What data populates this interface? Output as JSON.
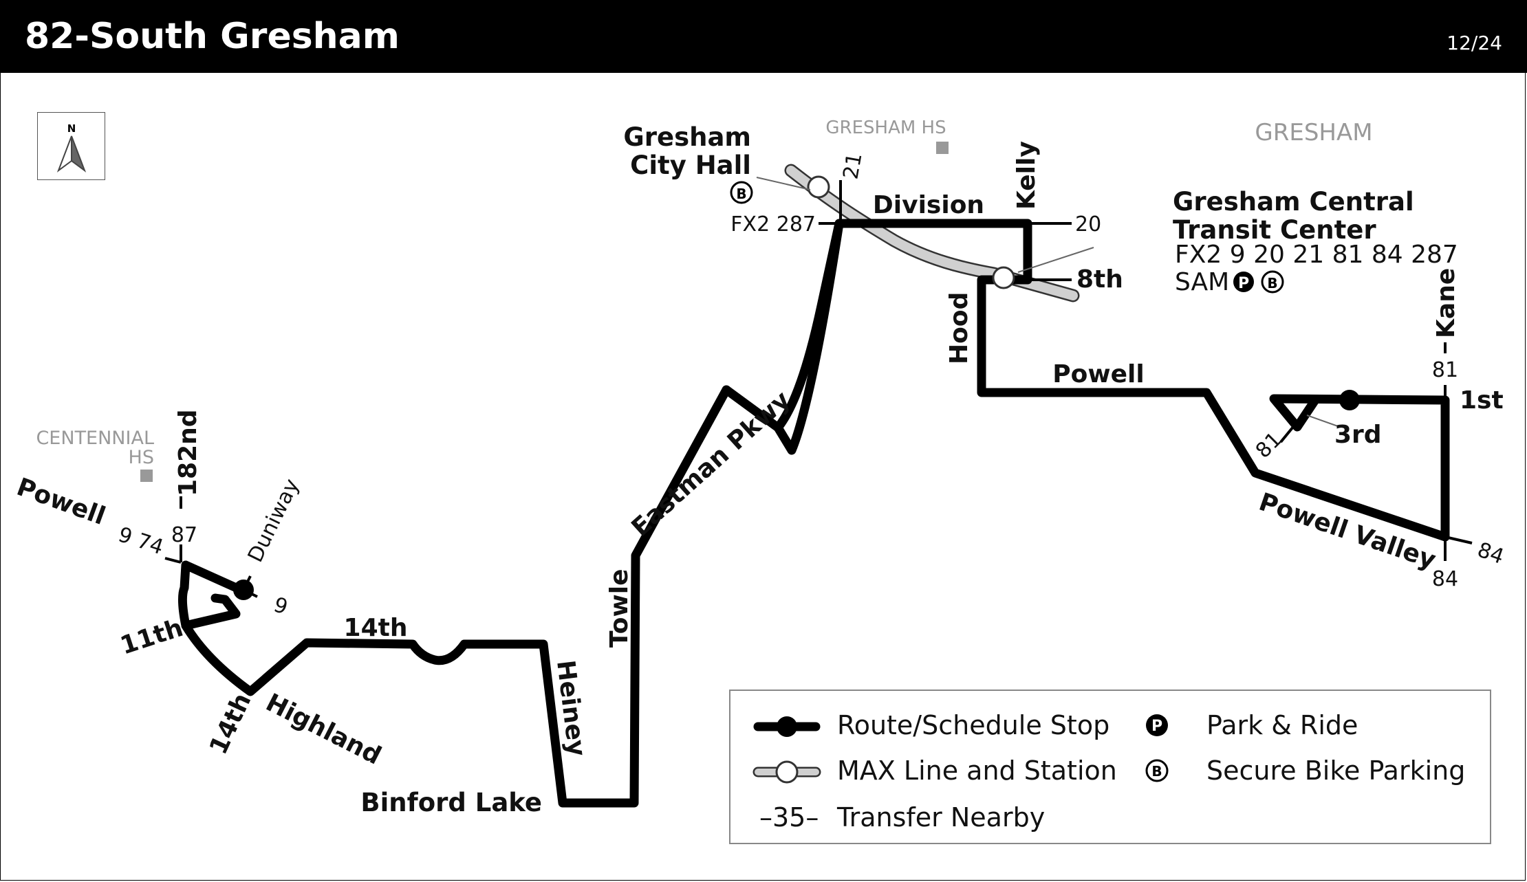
{
  "header": {
    "title": "82-South Gresham",
    "date": "12/24"
  },
  "compass": {
    "letter": "N"
  },
  "colors": {
    "route": "#000000",
    "max_line": "#c8c8c8",
    "landmark": "#999999",
    "header_bg": "#000000"
  },
  "landmarks": {
    "gresham_hs": "GRESHAM HS",
    "gresham": "GRESHAM",
    "centennial_1": "CENTENNIAL",
    "centennial_2": "HS"
  },
  "places": {
    "city_hall_1": "Gresham",
    "city_hall_2": "City Hall",
    "city_hall_bike": "B",
    "central_1": "Gresham Central",
    "central_2": "Transit Center",
    "central_lines": "FX2 9 20 21 81 84 287",
    "central_sam": "SAM",
    "central_p": "P",
    "central_b": "B",
    "binford": "Binford Lake"
  },
  "streets": {
    "division": "Division",
    "kelly": "Kelly",
    "eighth": "8th",
    "hood": "Hood",
    "powell_e": "Powell",
    "kane": "Kane",
    "first": "1st",
    "third": "3rd",
    "powell_valley": "Powell Valley",
    "eastman": "Eastman Pkwy",
    "towle": "Towle",
    "heiney": "Heiney",
    "fourteenth_n": "14th",
    "highland": "Highland",
    "fourteenth_s": "14th",
    "eleventh": "11th",
    "powell_w": "Powell",
    "one82": "182nd",
    "duniway": "Duniway"
  },
  "transfers": {
    "t21": "21",
    "fx2_287": "FX2 287",
    "t20": "20",
    "t81_top": "81",
    "t81_diag": "81",
    "t84_right": "84",
    "t84_bottom": "84",
    "t87": "87",
    "t9_74": "9 74",
    "t9": "9"
  },
  "legend": {
    "route_stop": "Route/Schedule Stop",
    "max_line": "MAX Line and Station",
    "transfer": "Transfer Nearby",
    "transfer_sym": "35",
    "park_ride": "Park & Ride",
    "park_sym": "P",
    "bike": "Secure Bike Parking",
    "bike_sym": "B"
  }
}
